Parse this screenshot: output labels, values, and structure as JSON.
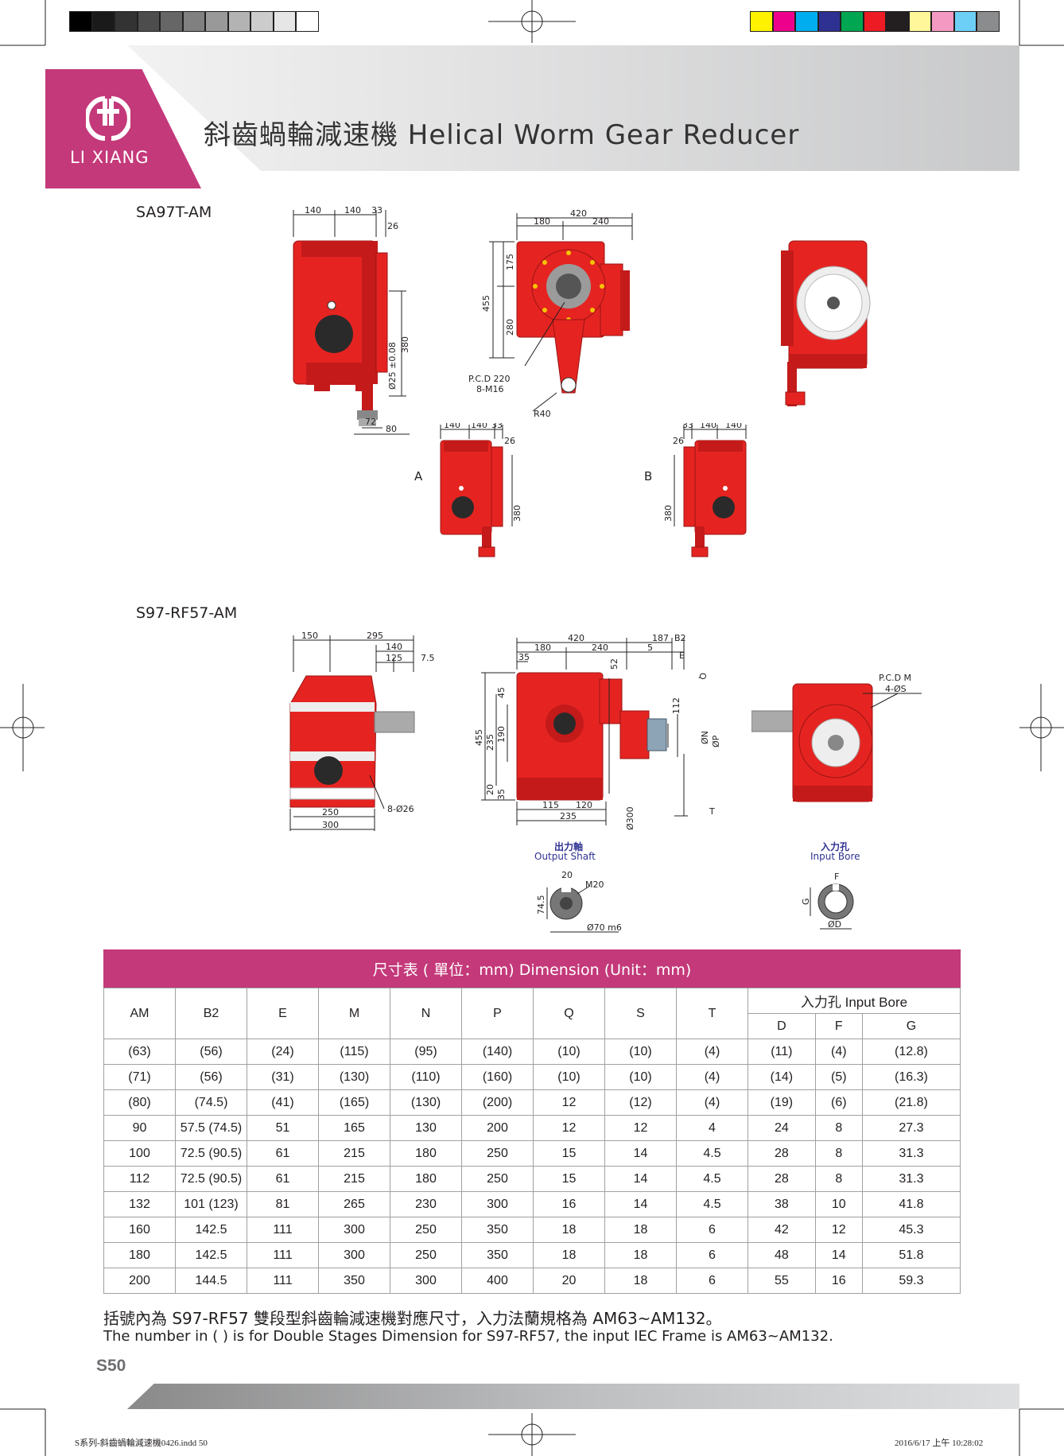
{
  "colors": {
    "brand": "#c4397a",
    "gear_red": "#e52421",
    "grayscale_swatches": [
      "#000000",
      "#1a1a1a",
      "#333333",
      "#4d4d4d",
      "#666666",
      "#808080",
      "#999999",
      "#b3b3b3",
      "#cccccc",
      "#e6e6e6",
      "#ffffff"
    ],
    "color_swatches": [
      "#fff200",
      "#ec008c",
      "#00aeef",
      "#2e3192",
      "#00a651",
      "#ed1c24",
      "#231f20",
      "#fff799",
      "#f49ac2",
      "#6dcff6",
      "#8a8c8e"
    ]
  },
  "header": {
    "logo_text": "LI XIANG",
    "title": "斜齒蝸輪減速機 Helical Worm Gear Reducer"
  },
  "drawings": {
    "sa97": {
      "model": "SA97T-AM",
      "dims_side": [
        "140",
        "140",
        "33",
        "26",
        "380",
        "Ø25 ±0.08",
        "72",
        "80"
      ],
      "dims_front": [
        "420",
        "180",
        "240",
        "175",
        "455",
        "280",
        "P.C.D 220",
        "8-M16",
        "R40"
      ],
      "view_a": {
        "label": "A",
        "dims": [
          "140",
          "140",
          "33",
          "26",
          "380"
        ]
      },
      "view_b": {
        "label": "B",
        "dims": [
          "33",
          "140",
          "140",
          "26",
          "380"
        ]
      }
    },
    "s97": {
      "model": "S97-RF57-AM",
      "dims_side": [
        "150",
        "295",
        "140",
        "125",
        "7.5",
        "250",
        "300",
        "8-Ø26"
      ],
      "dims_front": [
        "420",
        "180",
        "240",
        "187",
        "B2",
        "5",
        "E",
        "35",
        "52",
        "Q",
        "455",
        "235",
        "190",
        "45",
        "20",
        "35",
        "112",
        "ØN",
        "ØP",
        "115",
        "120",
        "235",
        "Ø300",
        "T"
      ],
      "dims_right": [
        "P.C.D M",
        "4-ØS"
      ],
      "output_shaft": {
        "title_zh": "出力軸",
        "title_en": "Output Shaft",
        "dims": [
          "20",
          "M20",
          "74.5",
          "Ø70 m6"
        ]
      },
      "input_bore": {
        "title_zh": "入力孔",
        "title_en": "Input Bore",
        "dims": [
          "F",
          "G",
          "ØD"
        ]
      }
    }
  },
  "table": {
    "title": "尺寸表 ( 單位：mm)  Dimension (Unit：mm)",
    "columns": [
      "AM",
      "B2",
      "E",
      "M",
      "N",
      "P",
      "Q",
      "S",
      "T"
    ],
    "group_header": "入力孔 Input Bore",
    "group_columns": [
      "D",
      "F",
      "G"
    ],
    "rows": [
      [
        "(63)",
        "(56)",
        "(24)",
        "(115)",
        "(95)",
        "(140)",
        "(10)",
        "(10)",
        "(4)",
        "(11)",
        "(4)",
        "(12.8)"
      ],
      [
        "(71)",
        "(56)",
        "(31)",
        "(130)",
        "(110)",
        "(160)",
        "(10)",
        "(10)",
        "(4)",
        "(14)",
        "(5)",
        "(16.3)"
      ],
      [
        "(80)",
        "(74.5)",
        "(41)",
        "(165)",
        "(130)",
        "(200)",
        "12",
        "(12)",
        "(4)",
        "(19)",
        "(6)",
        "(21.8)"
      ],
      [
        "90",
        "57.5 (74.5)",
        "51",
        "165",
        "130",
        "200",
        "12",
        "12",
        "4",
        "24",
        "8",
        "27.3"
      ],
      [
        "100",
        "72.5 (90.5)",
        "61",
        "215",
        "180",
        "250",
        "15",
        "14",
        "4.5",
        "28",
        "8",
        "31.3"
      ],
      [
        "112",
        "72.5 (90.5)",
        "61",
        "215",
        "180",
        "250",
        "15",
        "14",
        "4.5",
        "28",
        "8",
        "31.3"
      ],
      [
        "132",
        "101 (123)",
        "81",
        "265",
        "230",
        "300",
        "16",
        "14",
        "4.5",
        "38",
        "10",
        "41.8"
      ],
      [
        "160",
        "142.5",
        "111",
        "300",
        "250",
        "350",
        "18",
        "18",
        "6",
        "42",
        "12",
        "45.3"
      ],
      [
        "180",
        "142.5",
        "111",
        "300",
        "250",
        "350",
        "18",
        "18",
        "6",
        "48",
        "14",
        "51.8"
      ],
      [
        "200",
        "144.5",
        "111",
        "350",
        "300",
        "400",
        "20",
        "18",
        "6",
        "55",
        "16",
        "59.3"
      ]
    ]
  },
  "notes": {
    "zh": "括號內為 S97-RF57 雙段型斜齒輪減速機對應尺寸，入力法蘭規格為 AM63~AM132。",
    "en": "The number in ( ) is for Double Stages Dimension for S97-RF57, the input IEC Frame is AM63~AM132."
  },
  "page_number": "S50",
  "footer": {
    "file": "S系列-斜齒蝸輪減速機0426.indd   50",
    "date": "2016/6/17   上午 10:28:02"
  }
}
